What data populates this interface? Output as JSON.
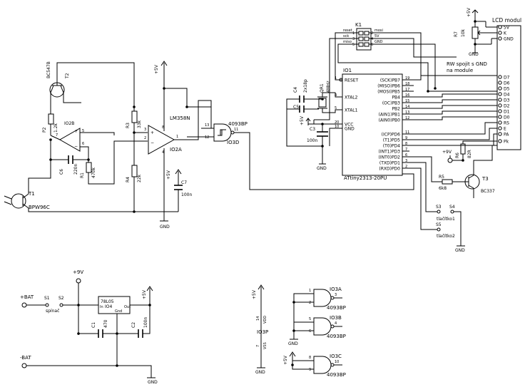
{
  "labels": {
    "lcd_title": "LCD modul",
    "lcd_pins": [
      "5V",
      "K",
      "GND",
      "D7",
      "D6",
      "D5",
      "D4",
      "D3",
      "D2",
      "D1",
      "D0",
      "RS",
      "E",
      "PA",
      "Pk"
    ],
    "rw_note_1": "RW spojit s GND",
    "rw_note_2": "na module",
    "k1": "K1",
    "k1_left": [
      "reset",
      "sck",
      "miso"
    ],
    "k1_right": [
      "mosi",
      "5V",
      "GND"
    ],
    "k1_left_pins": [
      "1",
      "3",
      "5"
    ],
    "k1_right_pins": [
      "2",
      "4",
      "6"
    ],
    "r7": "R7",
    "r7_val": "10k",
    "p5v": "+5V",
    "gnd": "GND",
    "p9v": "+9V",
    "mcu_name": "IO1",
    "mcu_part": "ATtiny2313-20PU",
    "mcu_left": [
      "RESET",
      "XTAL2",
      "XTAL1",
      "VCC",
      "GND"
    ],
    "mcu_left_pins": [
      "1",
      "4",
      "5",
      "20",
      "10"
    ],
    "mcu_right_b": [
      "(SCK)PB7",
      "(MISO)PB6",
      "(MOSI)PB5",
      "PB4",
      "(OC)PB3",
      "PB2",
      "(AIN1)PB1",
      "(AIN0)PB0"
    ],
    "mcu_right_b_pins": [
      "19",
      "18",
      "17",
      "16",
      "15",
      "14",
      "13",
      "12"
    ],
    "mcu_right_d": [
      "(ICP)PD6",
      "(T1)PD5",
      "(T0)PD4",
      "(INT1)PD3",
      "(INT0)PD2",
      "(TXD)PD1",
      "(RXD)PD0"
    ],
    "mcu_right_d_pins": [
      "11",
      "9",
      "8",
      "7",
      "6",
      "3",
      "2"
    ],
    "c4": "C4",
    "c4_val": "2x18p",
    "c5": "C5",
    "qr1": "QR1",
    "qr1_val": "4MHz",
    "c3": "C3",
    "c3_val": "100n",
    "r5": "R5",
    "r5_val": "6k8",
    "r6": "R6",
    "r6_val": "82R",
    "t3": "T3",
    "t3_val": "BC337",
    "s3": "S3",
    "s4": "S4",
    "s5": "S5",
    "tl1": "tlačítko1",
    "tl2": "tlačítko2",
    "t2_val": "BC547B",
    "t2": "T2",
    "p2": "P2",
    "p2_val": "1.2k",
    "io2b": "IO2B",
    "c6": "C6",
    "c6_val": "220n",
    "r1": "R1",
    "r1_val": "470k",
    "r3": "R3",
    "r3_val": "33k",
    "r4": "R4",
    "r4_val": "22k",
    "lm": "LM358N",
    "io2a": "IO2A",
    "io3d": "IO3D",
    "ic4093": "4093BP",
    "c7": "C7",
    "c7_val": "100n",
    "t1": "T1",
    "t1_val": "BPW96C",
    "bat_p": "+BAT",
    "bat_n": "-BAT",
    "s1": "S1",
    "s2": "S2",
    "spinac": "spínač",
    "reg": "78L05",
    "io4": "IO4",
    "reg_in": "In",
    "reg_out": "Out",
    "reg_gnd": "Gnd",
    "c1": "C1",
    "c1_val": "470",
    "c2": "C2",
    "c2_val": "100n",
    "io3p": "IO3P",
    "vdd": "VDD",
    "vss": "VSS",
    "io3a": "IO3A",
    "io3b": "IO3B",
    "io3c": "IO3C",
    "n1": "1",
    "n2": "2",
    "n3": "3",
    "n4": "4",
    "n5": "5",
    "n6": "6",
    "n7": "7",
    "n8": "8",
    "n9": "9",
    "n10": "10",
    "n11": "11",
    "n12": "12",
    "n13": "13",
    "n14": "14"
  }
}
